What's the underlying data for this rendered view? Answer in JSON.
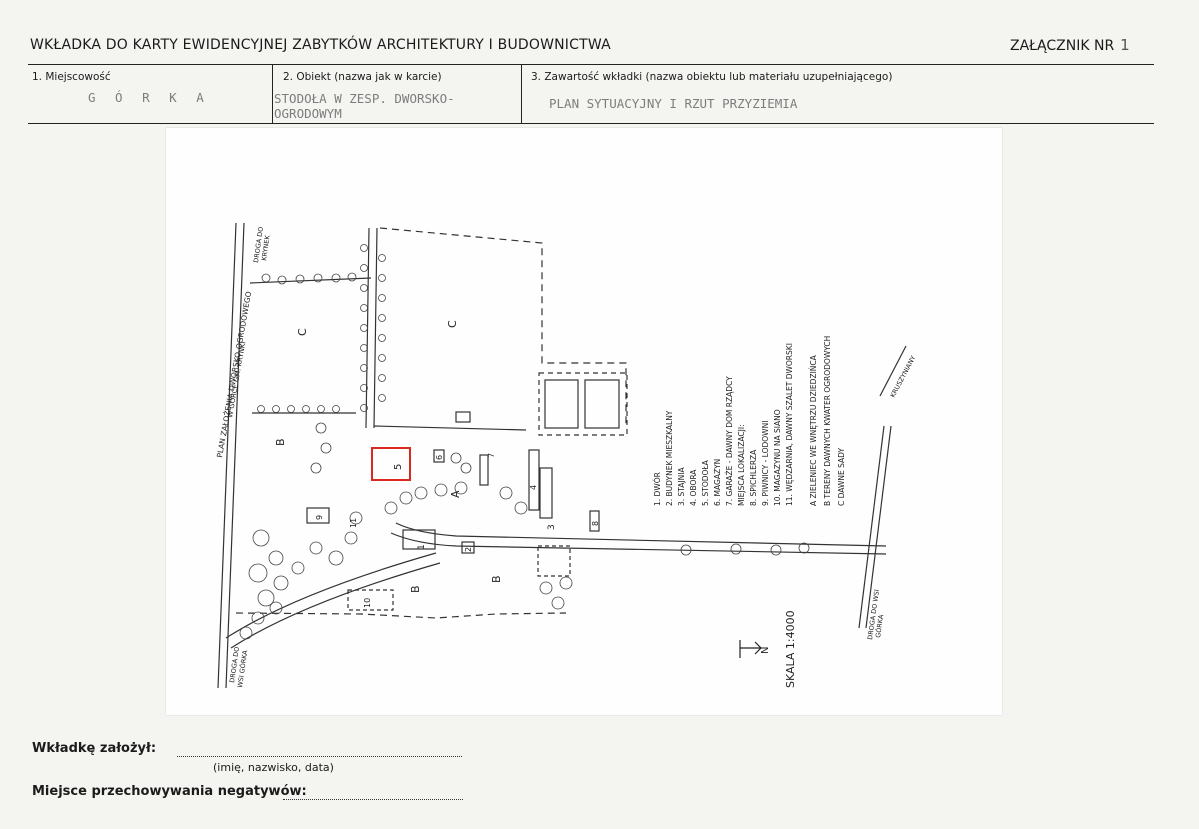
{
  "header": {
    "title": "WKŁADKA DO KARTY EWIDENCYJNEJ ZABYTKÓW ARCHITEKTURY I BUDOWNICTWA",
    "attachment_label": "ZAŁĄCZNIK NR",
    "attachment_number": "1"
  },
  "fields": {
    "f1_label": "1. Miejscowość",
    "f1_value": "G Ó R K A",
    "f2_label": "2. Obiekt (nazwa jak w karcie)",
    "f2_value_line1": "STODOŁA W ZESP. DWORSKO-",
    "f2_value_line2": "OGRODOWYM",
    "f3_label": "3. Zawartość wkładki (nazwa obiektu lub materiału uzupełniającego)",
    "f3_value": "PLAN SYTUACYJNY I RZUT PRZYZIEMIA"
  },
  "map": {
    "title_line1": "PLAN ZAŁOŻENIA DWORSKO-OGRODOWEGO",
    "title_line2": "W GÓRCE GM. KRYNKI",
    "road_top_line1": "DROGA DO",
    "road_top_line2": "KRYNEK",
    "road_left_line1": "DROGA DO",
    "road_left_line2": "WSI GÓRKA",
    "road_right_line1": "DROGA DO WSI",
    "road_right_line2": "GÓRKA",
    "road_kruszyniany": "KRUSZYNIANY",
    "scale": "SKALA 1:4000",
    "north": "N",
    "zone_a": "A",
    "zone_b": "B",
    "zone_c": "C",
    "legend": [
      "1. DWÓR",
      "2. BUDYNEK MIESZKALNY",
      "3. STAJNIA",
      "4. OBORA",
      "5. STODOŁA",
      "6. MAGAZYN",
      "7. GARAŻE - DAWNY DOM RZĄDCY",
      "MIEJSCA LOKALIZACJI:",
      "8. SPICHLERZA",
      "9. PIWNICY - LODOWNI",
      "10. MAGAZYNU NA SIANO",
      "11. WĘDZARNIA, DAWNY SZALET DWORSKI",
      "A  ZIELENIEC WE WNĘTRZU DZIEDZIŃCA",
      "B  TERENY DAWNYCH KWATER OGRODOWYCH",
      "C  DAWNE SADY"
    ],
    "building_numbers": [
      "1",
      "2",
      "3",
      "4",
      "5",
      "6",
      "7",
      "8",
      "9",
      "10",
      "11"
    ],
    "highlight_color": "#d9281f"
  },
  "footer": {
    "creator_label": "Wkładkę założył:",
    "creator_hint": "(imię, nazwisko, data)",
    "storage_label": "Miejsce przechowywania negatywów:"
  }
}
